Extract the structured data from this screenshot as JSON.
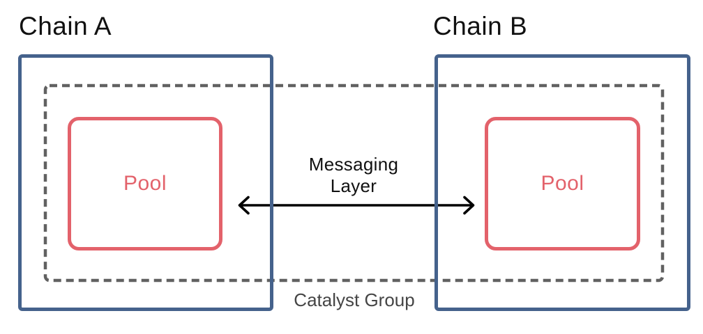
{
  "diagram": {
    "chains": [
      {
        "title": "Chain A",
        "pool_label": "Pool"
      },
      {
        "title": "Chain B",
        "pool_label": "Pool"
      }
    ],
    "messaging_layer_label": "Messaging Layer",
    "catalyst_group_label": "Catalyst Group",
    "colors": {
      "chain_border": "#45628c",
      "pool": "#e3626b",
      "group_dash": "#616161",
      "arrow": "#000000",
      "title_text": "#111111",
      "group_label_text": "#454545",
      "background": "#ffffff"
    }
  }
}
